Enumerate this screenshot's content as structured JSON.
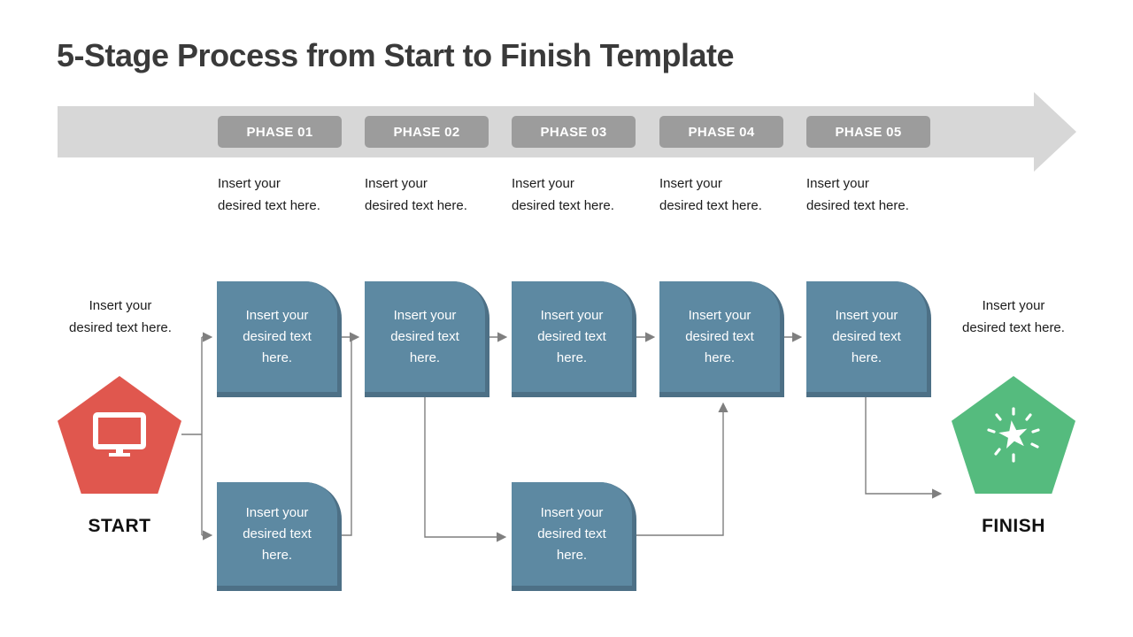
{
  "title": "5-Stage Process from Start to Finish Template",
  "phases": [
    {
      "label": "PHASE 01",
      "description": "Insert your desired text here."
    },
    {
      "label": "PHASE 02",
      "description": "Insert your desired text here."
    },
    {
      "label": "PHASE 03",
      "description": "Insert your desired text here."
    },
    {
      "label": "PHASE 04",
      "description": "Insert your desired text here."
    },
    {
      "label": "PHASE 05",
      "description": "Insert your desired text here."
    }
  ],
  "flow": {
    "start_label": "START",
    "start_note": "Insert your desired text here.",
    "finish_label": "FINISH",
    "finish_note": "Insert your desired text here.",
    "top_boxes": [
      "Insert your desired text here.",
      "Insert your desired text here.",
      "Insert your desired text here.",
      "Insert your desired text here.",
      "Insert your desired text here."
    ],
    "bottom_boxes": [
      "Insert your desired text here.",
      "Insert your desired text here."
    ]
  },
  "icons": {
    "start": "monitor-icon",
    "finish": "sparkle-star-icon"
  },
  "colors": {
    "banner_gray": "#d7d7d7",
    "chip_gray": "#9c9c9c",
    "box_blue": "#5d89a2",
    "box_blue_dark": "#4d7086",
    "start_red": "#e0574e",
    "finish_green": "#55bb7e",
    "connector_gray": "#7f7f7f",
    "title_text": "#3a3a3a"
  }
}
